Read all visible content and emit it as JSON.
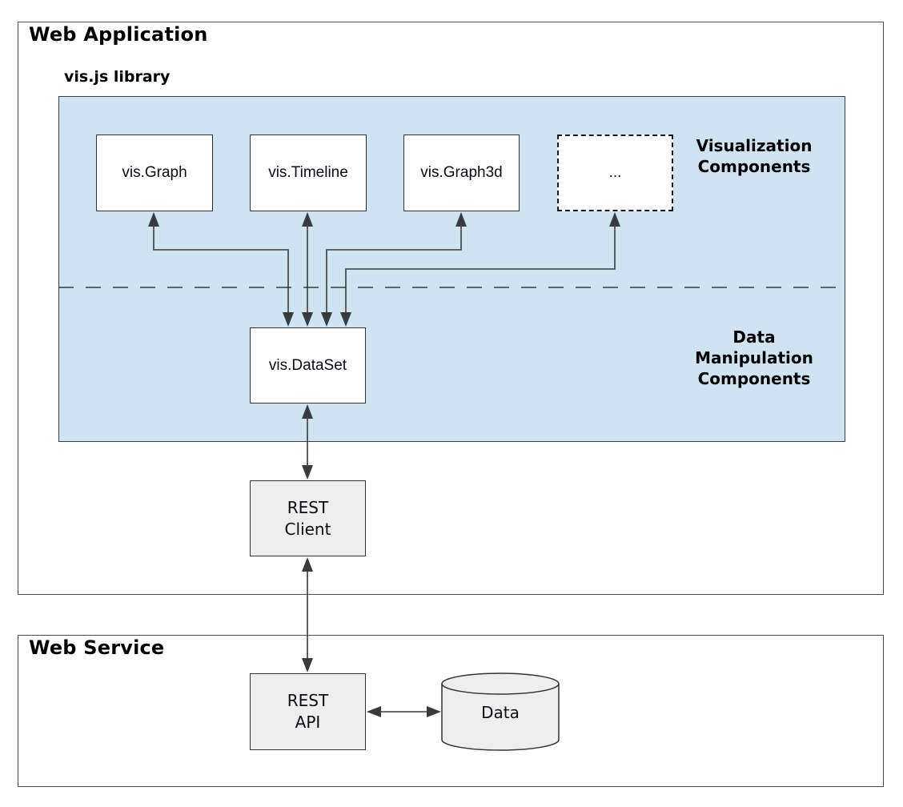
{
  "web_application": {
    "title": "Web Application"
  },
  "visjs_library": {
    "label": "vis.js library"
  },
  "viz_components": [
    {
      "label": "vis.Graph"
    },
    {
      "label": "vis.Timeline"
    },
    {
      "label": "vis.Graph3d"
    },
    {
      "label": "..."
    }
  ],
  "section_labels": {
    "visualization": "Visualization Components",
    "data_manipulation": "Data Manipulation Components"
  },
  "dataset": {
    "label": "vis.DataSet"
  },
  "rest_client": {
    "label": "REST\nClient"
  },
  "web_service": {
    "title": "Web Service"
  },
  "rest_api": {
    "label": "REST\nAPI"
  },
  "data_store": {
    "label": "Data"
  },
  "colors": {
    "library_panel_fill": "#cfe3f1",
    "component_box_fill": "#ffffff",
    "module_box_fill": "#eeeeee",
    "connector_line": "#3a3a3a",
    "border": "#333333"
  }
}
